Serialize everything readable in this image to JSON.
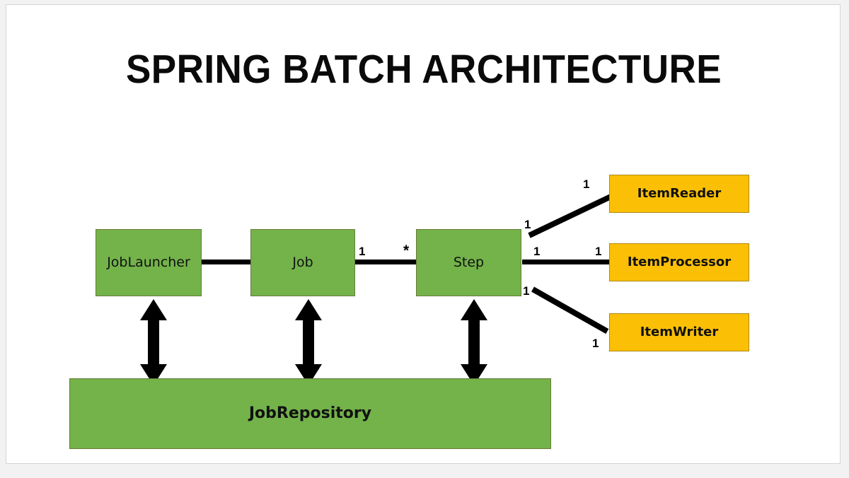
{
  "slide": {
    "title": "SPRING BATCH ARCHITECTURE",
    "background_color": "#ffffff",
    "frame_color": "#f2f2f2"
  },
  "palette": {
    "green_fill": "#73b34a",
    "green_border": "#6b7a3a",
    "orange_fill": "#fbc005",
    "orange_border": "#b08a18",
    "line_color": "#000000",
    "text_color": "#111111"
  },
  "nodes": {
    "job_launcher": {
      "label": "JobLauncher",
      "type": "green"
    },
    "job": {
      "label": "Job",
      "type": "green"
    },
    "step": {
      "label": "Step",
      "type": "green"
    },
    "job_repository": {
      "label": "JobRepository",
      "type": "green"
    },
    "item_reader": {
      "label": "ItemReader",
      "type": "orange"
    },
    "item_processor": {
      "label": "ItemProcessor",
      "type": "orange"
    },
    "item_writer": {
      "label": "ItemWriter",
      "type": "orange"
    }
  },
  "cardinalities": {
    "job_to_step_source": "1",
    "job_to_step_target": "*",
    "step_to_reader_near": "1",
    "step_to_reader_far": "1",
    "step_to_processor_near": "1",
    "step_to_processor_far": "1",
    "step_to_writer_near": "1",
    "step_to_writer_far": "1"
  },
  "connectors": {
    "job_launcher_to_job": "association-line",
    "job_to_step": "association-line",
    "step_to_item_reader": "association-line-diagonal-up",
    "step_to_item_processor": "association-line",
    "step_to_item_writer": "association-line-diagonal-down",
    "job_launcher_to_repository": "bidirectional-arrow",
    "job_to_repository": "bidirectional-arrow",
    "step_to_repository": "bidirectional-arrow"
  }
}
